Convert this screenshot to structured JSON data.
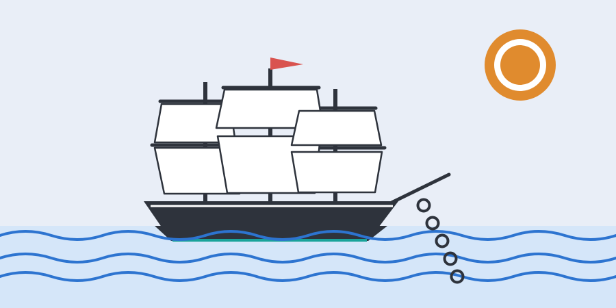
{
  "scene": {
    "title": "",
    "elements": [
      "sky",
      "sun",
      "sailing-ship",
      "red-flag",
      "anchor-chain",
      "sea",
      "waves"
    ]
  },
  "colors": {
    "sky": "#e9eef7",
    "sea": "#d3e4f8",
    "wave": "#2d74d0",
    "hull": "#2e333c",
    "sail": "#ffffff",
    "outline": "#2e333c",
    "flag": "#d9534f",
    "sun": "#e08b2e",
    "waterline": "#1aa39a"
  }
}
